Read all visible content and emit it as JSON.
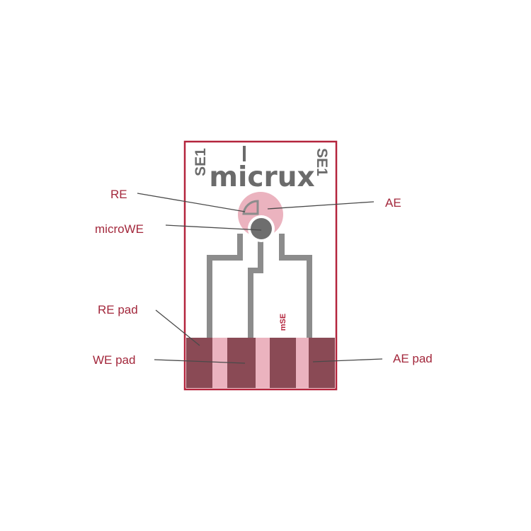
{
  "colors": {
    "border": "#b4253d",
    "pad_dark": "#8a4a55",
    "pad_light": "#ebb3bf",
    "trace": "#8c8c8c",
    "logo": "#6b6b6b",
    "label": "#a3283c",
    "leader": "#4a4a4a",
    "ae_pink": "#e6a3b1",
    "background": "#ffffff"
  },
  "chip": {
    "brand": "micrux",
    "left_code": "SE1",
    "right_code": "SE1",
    "model_mark": "mSE"
  },
  "labels": {
    "re": "RE",
    "micro_we": "microWE",
    "ae": "AE",
    "re_pad": "RE pad",
    "we_pad": "WE pad",
    "ae_pad": "AE pad"
  }
}
